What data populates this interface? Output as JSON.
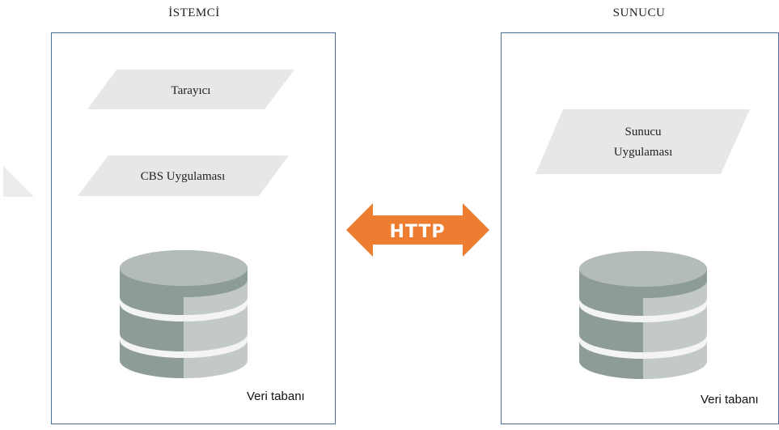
{
  "client": {
    "title": "İSTEMCİ",
    "browser_label": "Tarayıcı",
    "gis_app_label": "CBS Uygulaması",
    "db_label": "Veri tabanı"
  },
  "server": {
    "title": "SUNUCU",
    "app_label_line1": "Sunucu",
    "app_label_line2": "Uygulaması",
    "db_label": "Veri tabanı"
  },
  "connection": {
    "label": "HTTP",
    "color": "#ed7d31"
  },
  "colors": {
    "panel_border": "#4a6f9c",
    "shape_fill": "#e7e7e7",
    "db_dark": "#8d9c99",
    "db_light": "#c3c8c8",
    "db_top": "#b4bbbb",
    "db_band": "#f4f4f4"
  }
}
